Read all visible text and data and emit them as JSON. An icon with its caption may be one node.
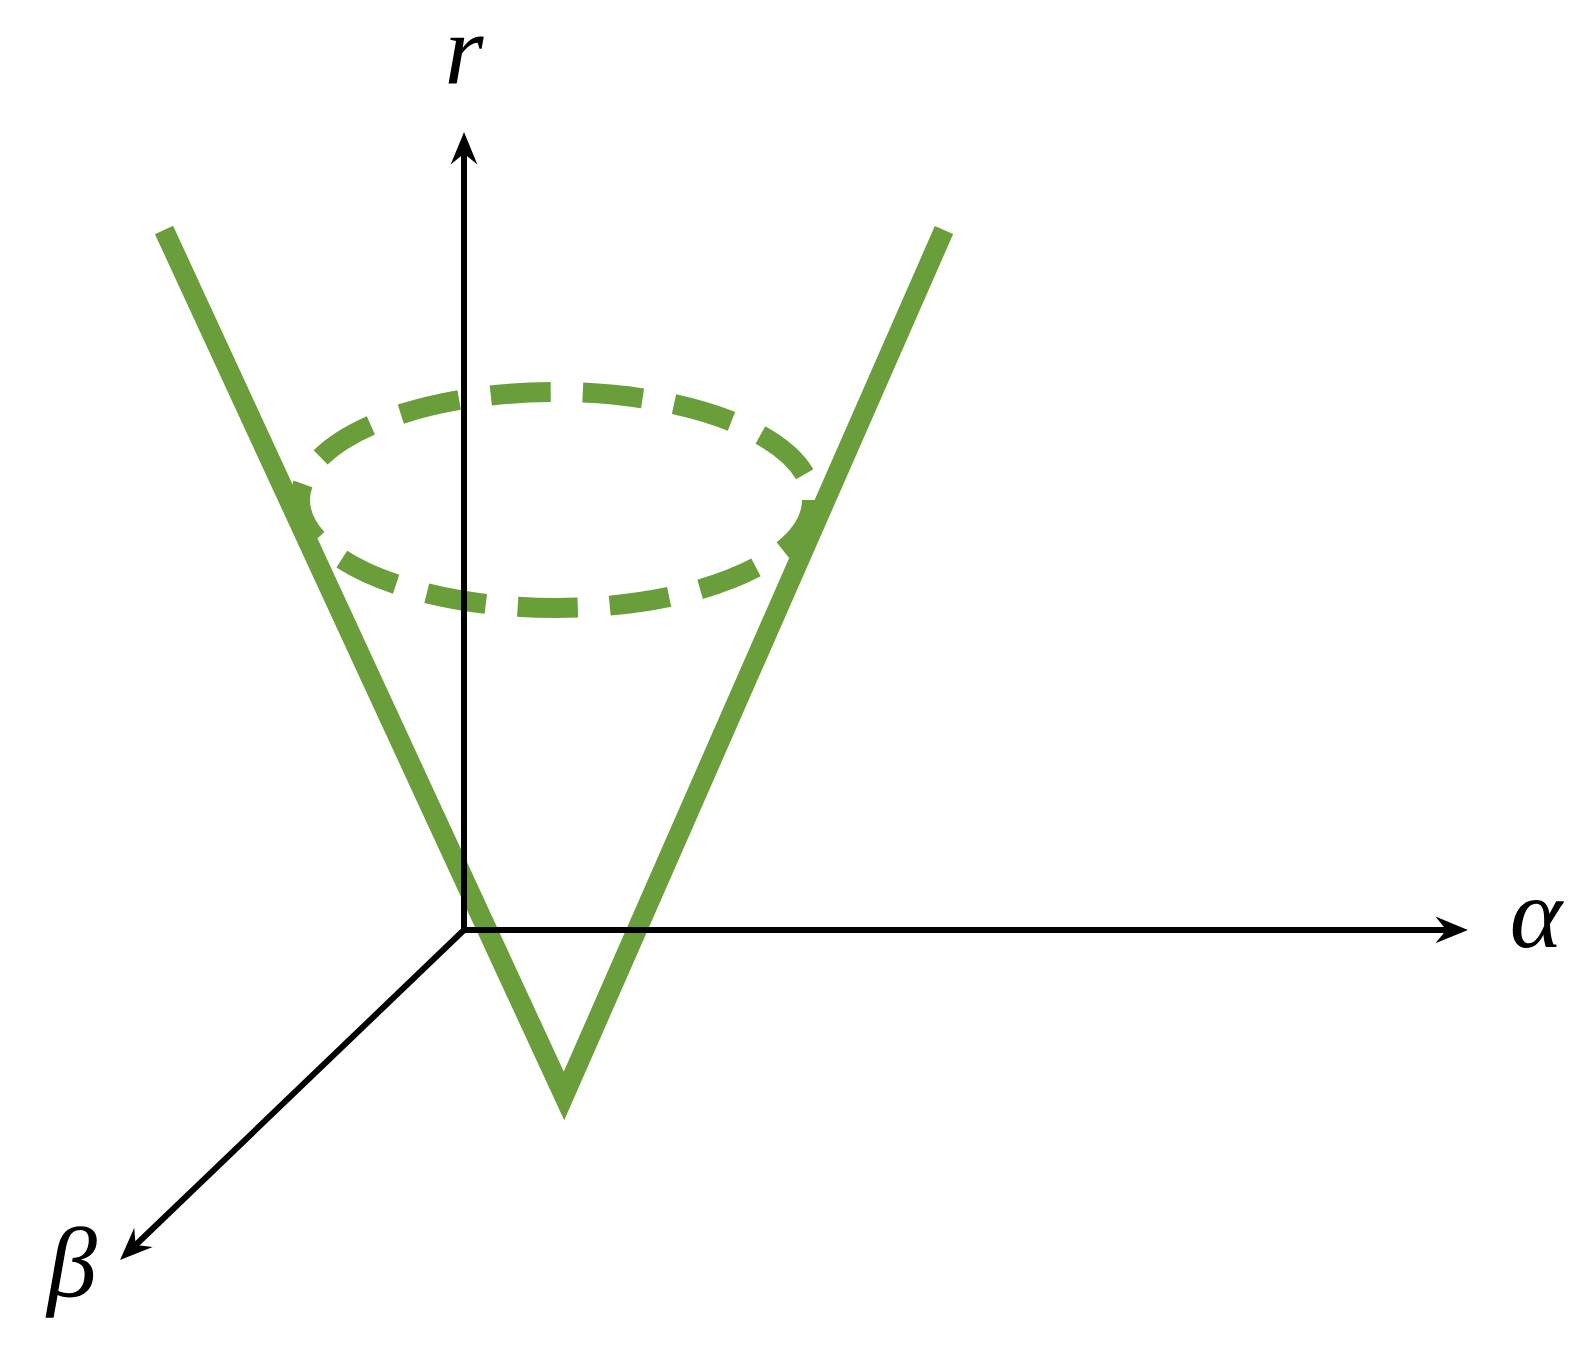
{
  "diagram": {
    "labels": [
      "r",
      "α",
      "β"
    ]
  }
}
